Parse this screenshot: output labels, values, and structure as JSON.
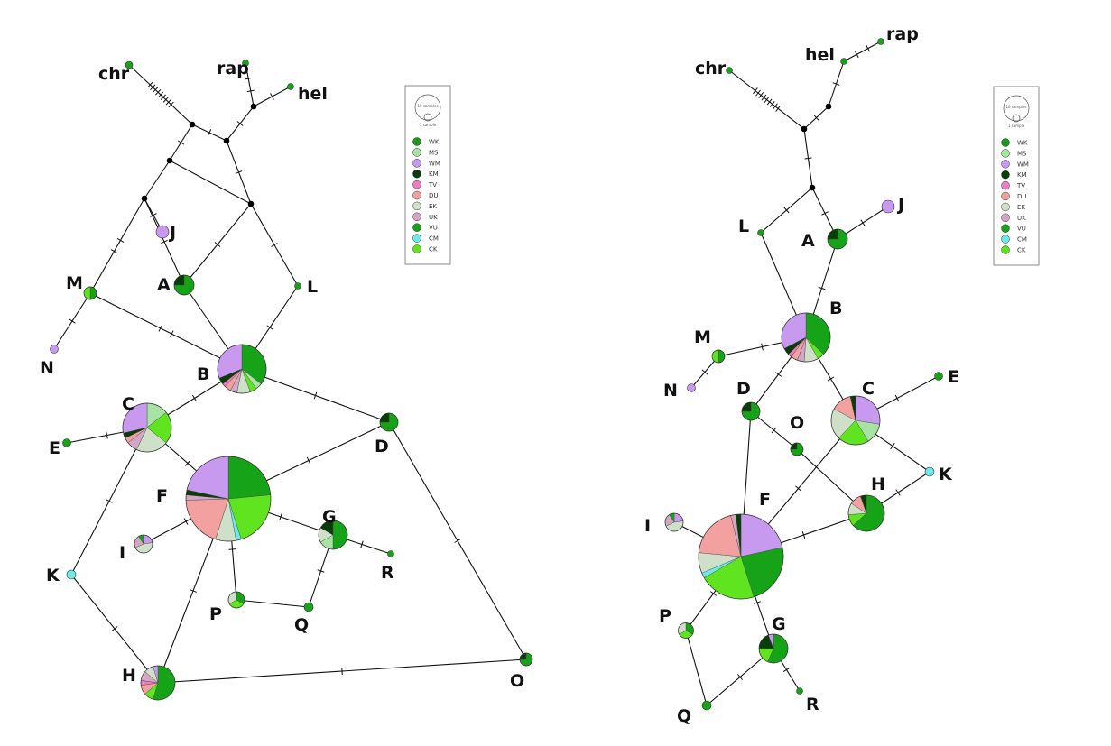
{
  "legend": {
    "size_labels": [
      "10 samples",
      "1 sample"
    ],
    "entries": [
      {
        "label": "WK",
        "color": "#1a9a1a"
      },
      {
        "label": "MS",
        "color": "#a7e4a4"
      },
      {
        "label": "WM",
        "color": "#c79aef"
      },
      {
        "label": "KM",
        "color": "#083d08"
      },
      {
        "label": "TV",
        "color": "#f07ac4"
      },
      {
        "label": "DU",
        "color": "#f2a0a0"
      },
      {
        "label": "EK",
        "color": "#cfe0c9"
      },
      {
        "label": "UK",
        "color": "#d4a6c6"
      },
      {
        "label": "VU",
        "color": "#17a317"
      },
      {
        "label": "CM",
        "color": "#6ee8e8"
      },
      {
        "label": "CK",
        "color": "#5fe41f"
      }
    ]
  },
  "networks": [
    {
      "id": "left",
      "nodes": [
        {
          "id": "chr",
          "label": "chr",
          "pie": [
            {
              "c": "VU",
              "v": 1
            }
          ]
        },
        {
          "id": "rap",
          "label": "rap",
          "pie": [
            {
              "c": "VU",
              "v": 1
            }
          ]
        },
        {
          "id": "hel",
          "label": "hel",
          "pie": [
            {
              "c": "VU",
              "v": 1
            }
          ]
        },
        {
          "id": "J",
          "label": "J",
          "pie": [
            {
              "c": "WM",
              "v": 1
            }
          ]
        },
        {
          "id": "A",
          "label": "A",
          "pie": [
            {
              "c": "VU",
              "v": 3
            },
            {
              "c": "KM",
              "v": 1
            }
          ]
        },
        {
          "id": "L",
          "label": "L",
          "pie": [
            {
              "c": "VU",
              "v": 1
            }
          ]
        },
        {
          "id": "M",
          "label": "M",
          "pie": [
            {
              "c": "VU",
              "v": 1
            },
            {
              "c": "CK",
              "v": 1
            }
          ]
        },
        {
          "id": "N",
          "label": "N",
          "pie": [
            {
              "c": "WM",
              "v": 1
            }
          ]
        },
        {
          "id": "B",
          "label": "B",
          "pie": [
            {
              "c": "VU",
              "v": 8
            },
            {
              "c": "MS",
              "v": 1
            },
            {
              "c": "CK",
              "v": 1
            },
            {
              "c": "EK",
              "v": 2
            },
            {
              "c": "UK",
              "v": 1
            },
            {
              "c": "DU",
              "v": 1
            },
            {
              "c": "TV",
              "v": 0.5
            },
            {
              "c": "KM",
              "v": 1
            },
            {
              "c": "WM",
              "v": 7
            }
          ]
        },
        {
          "id": "C",
          "label": "C",
          "pie": [
            {
              "c": "MS",
              "v": 2
            },
            {
              "c": "CK",
              "v": 3
            },
            {
              "c": "EK",
              "v": 3
            },
            {
              "c": "UK",
              "v": 1
            },
            {
              "c": "DU",
              "v": 0.5
            },
            {
              "c": "KM",
              "v": 0.5
            },
            {
              "c": "WM",
              "v": 4
            }
          ]
        },
        {
          "id": "E",
          "label": "E",
          "pie": [
            {
              "c": "VU",
              "v": 1
            }
          ]
        },
        {
          "id": "D",
          "label": "D",
          "pie": [
            {
              "c": "VU",
              "v": 3
            },
            {
              "c": "KM",
              "v": 1
            }
          ]
        },
        {
          "id": "F",
          "label": "F",
          "pie": [
            {
              "c": "VU",
              "v": 12
            },
            {
              "c": "CK",
              "v": 11
            },
            {
              "c": "CM",
              "v": 1
            },
            {
              "c": "EK",
              "v": 4
            },
            {
              "c": "DU",
              "v": 10
            },
            {
              "c": "UK",
              "v": 1
            },
            {
              "c": "KM",
              "v": 1
            },
            {
              "c": "WM",
              "v": 11
            }
          ]
        },
        {
          "id": "G",
          "label": "G",
          "pie": [
            {
              "c": "VU",
              "v": 3
            },
            {
              "c": "MS",
              "v": 1
            },
            {
              "c": "EK",
              "v": 1
            },
            {
              "c": "KM",
              "v": 1
            }
          ]
        },
        {
          "id": "R",
          "label": "R",
          "pie": [
            {
              "c": "VU",
              "v": 1
            }
          ]
        },
        {
          "id": "I",
          "label": "I",
          "pie": [
            {
              "c": "WM",
              "v": 1
            },
            {
              "c": "EK",
              "v": 2
            },
            {
              "c": "UK",
              "v": 1
            },
            {
              "c": "VU",
              "v": 0.4
            }
          ]
        },
        {
          "id": "P",
          "label": "P",
          "pie": [
            {
              "c": "VU",
              "v": 1
            },
            {
              "c": "CK",
              "v": 1
            },
            {
              "c": "EK",
              "v": 1
            }
          ]
        },
        {
          "id": "Q",
          "label": "Q",
          "pie": [
            {
              "c": "VU",
              "v": 1
            }
          ]
        },
        {
          "id": "K",
          "label": "K",
          "pie": [
            {
              "c": "CM",
              "v": 1
            }
          ]
        },
        {
          "id": "H",
          "label": "H",
          "pie": [
            {
              "c": "VU",
              "v": 6
            },
            {
              "c": "CK",
              "v": 1
            },
            {
              "c": "DU",
              "v": 1
            },
            {
              "c": "TV",
              "v": 0.5
            },
            {
              "c": "UK",
              "v": 1
            },
            {
              "c": "EK",
              "v": 1
            },
            {
              "c": "WM",
              "v": 0.5
            }
          ]
        },
        {
          "id": "O",
          "label": "O",
          "pie": [
            {
              "c": "VU",
              "v": 3
            },
            {
              "c": "KM",
              "v": 1
            }
          ]
        }
      ]
    },
    {
      "id": "right",
      "nodes": [
        {
          "id": "chr",
          "label": "chr",
          "pie": [
            {
              "c": "VU",
              "v": 1
            }
          ]
        },
        {
          "id": "hel",
          "label": "hel",
          "pie": [
            {
              "c": "VU",
              "v": 1
            }
          ]
        },
        {
          "id": "rap",
          "label": "rap",
          "pie": [
            {
              "c": "VU",
              "v": 1
            }
          ]
        },
        {
          "id": "J",
          "label": "J",
          "pie": [
            {
              "c": "WM",
              "v": 1
            }
          ]
        },
        {
          "id": "L",
          "label": "L",
          "pie": [
            {
              "c": "VU",
              "v": 1
            }
          ]
        },
        {
          "id": "A",
          "label": "A",
          "pie": [
            {
              "c": "VU",
              "v": 3
            },
            {
              "c": "KM",
              "v": 1
            }
          ]
        },
        {
          "id": "B",
          "label": "B",
          "pie": [
            {
              "c": "VU",
              "v": 8
            },
            {
              "c": "CK",
              "v": 1
            },
            {
              "c": "EK",
              "v": 2
            },
            {
              "c": "UK",
              "v": 1
            },
            {
              "c": "DU",
              "v": 1
            },
            {
              "c": "TV",
              "v": 0.5
            },
            {
              "c": "KM",
              "v": 1
            },
            {
              "c": "WM",
              "v": 7
            }
          ]
        },
        {
          "id": "M",
          "label": "M",
          "pie": [
            {
              "c": "VU",
              "v": 1
            },
            {
              "c": "CK",
              "v": 1
            }
          ]
        },
        {
          "id": "N",
          "label": "N",
          "pie": [
            {
              "c": "WM",
              "v": 1
            }
          ]
        },
        {
          "id": "C",
          "label": "C",
          "pie": [
            {
              "c": "WM",
              "v": 4
            },
            {
              "c": "MS",
              "v": 2
            },
            {
              "c": "CK",
              "v": 3
            },
            {
              "c": "EK",
              "v": 3
            },
            {
              "c": "DU",
              "v": 2
            },
            {
              "c": "KM",
              "v": 0.5
            }
          ]
        },
        {
          "id": "E",
          "label": "E",
          "pie": [
            {
              "c": "VU",
              "v": 1
            }
          ]
        },
        {
          "id": "D",
          "label": "D",
          "pie": [
            {
              "c": "VU",
              "v": 3
            },
            {
              "c": "KM",
              "v": 1
            }
          ]
        },
        {
          "id": "O",
          "label": "O",
          "pie": [
            {
              "c": "VU",
              "v": 3
            },
            {
              "c": "KM",
              "v": 1
            }
          ]
        },
        {
          "id": "K",
          "label": "K",
          "pie": [
            {
              "c": "CM",
              "v": 1
            }
          ]
        },
        {
          "id": "H",
          "label": "H",
          "pie": [
            {
              "c": "VU",
              "v": 6
            },
            {
              "c": "CK",
              "v": 1
            },
            {
              "c": "EK",
              "v": 1
            },
            {
              "c": "DU",
              "v": 1
            },
            {
              "c": "KM",
              "v": 0.5
            }
          ]
        },
        {
          "id": "F",
          "label": "F",
          "pie": [
            {
              "c": "WM",
              "v": 11
            },
            {
              "c": "VU",
              "v": 12
            },
            {
              "c": "CK",
              "v": 11
            },
            {
              "c": "CM",
              "v": 1
            },
            {
              "c": "EK",
              "v": 4
            },
            {
              "c": "DU",
              "v": 10
            },
            {
              "c": "UK",
              "v": 1
            },
            {
              "c": "KM",
              "v": 1
            }
          ]
        },
        {
          "id": "I",
          "label": "I",
          "pie": [
            {
              "c": "WM",
              "v": 1
            },
            {
              "c": "EK",
              "v": 2
            },
            {
              "c": "UK",
              "v": 1
            },
            {
              "c": "VU",
              "v": 0.4
            }
          ]
        },
        {
          "id": "P",
          "label": "P",
          "pie": [
            {
              "c": "VU",
              "v": 1
            },
            {
              "c": "CK",
              "v": 1
            },
            {
              "c": "EK",
              "v": 1
            }
          ]
        },
        {
          "id": "G",
          "label": "G",
          "pie": [
            {
              "c": "VU",
              "v": 3
            },
            {
              "c": "CK",
              "v": 1
            },
            {
              "c": "KM",
              "v": 1
            },
            {
              "c": "WM",
              "v": 0.3
            }
          ]
        },
        {
          "id": "Q",
          "label": "Q",
          "pie": [
            {
              "c": "VU",
              "v": 1
            }
          ]
        },
        {
          "id": "R",
          "label": "R",
          "pie": [
            {
              "c": "VU",
              "v": 1
            }
          ]
        }
      ]
    }
  ]
}
